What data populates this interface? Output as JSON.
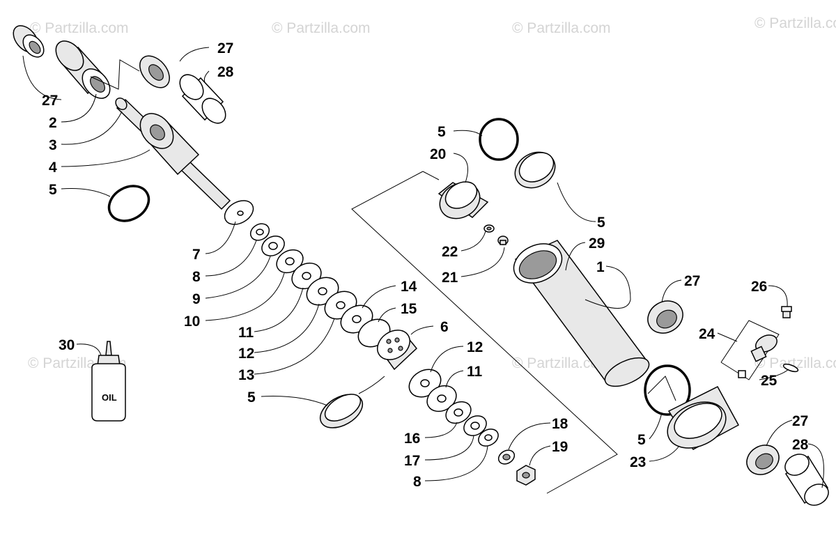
{
  "watermarks": [
    "© Partzilla.com",
    "© Partzilla.com",
    "© Partzilla.com",
    "© Partzilla.com",
    "© Partzilla.com",
    "© Partzilla.com",
    "© Partzilla.com"
  ],
  "oil_label": "OIL",
  "callouts": [
    "27",
    "28",
    "27",
    "2",
    "3",
    "4",
    "5",
    "7",
    "8",
    "9",
    "10",
    "11",
    "12",
    "13",
    "14",
    "15",
    "6",
    "12",
    "11",
    "16",
    "17",
    "8",
    "18",
    "19",
    "5",
    "5",
    "20",
    "5",
    "22",
    "21",
    "29",
    "1",
    "27",
    "26",
    "24",
    "25",
    "5",
    "23",
    "27",
    "28",
    "30"
  ]
}
